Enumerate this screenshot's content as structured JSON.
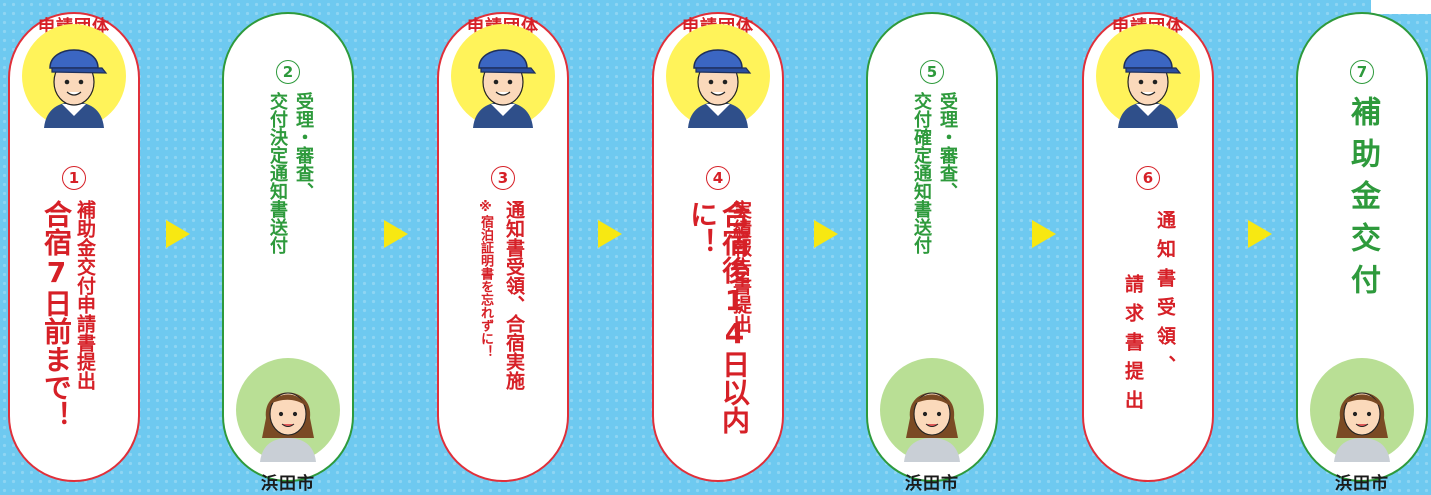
{
  "labels": {
    "applicant": "申請団体",
    "city": "浜田市"
  },
  "steps": [
    {
      "num": "1",
      "lines": [
        "補助金交付申請書提出",
        "合宿7日前まで！"
      ]
    },
    {
      "num": "2",
      "lines": [
        "受理・審査、",
        "交付決定通知書送付"
      ]
    },
    {
      "num": "3",
      "lines": [
        "通知書受領、合宿実施",
        "※宿泊証明書を忘れずに！"
      ]
    },
    {
      "num": "4",
      "lines": [
        "実績報告書提出",
        "合宿後14日以内に！"
      ]
    },
    {
      "num": "5",
      "lines": [
        "受理・審査、",
        "交付確定通知書送付"
      ]
    },
    {
      "num": "6",
      "lines": [
        "通知書受領、",
        "請求書提出"
      ]
    },
    {
      "num": "7",
      "lines": [
        "補助金交付"
      ]
    }
  ],
  "colors": {
    "applicant_border": "#e0303a",
    "city_border": "#2e9a3c",
    "arrow": "#f7e812",
    "background": "#6ec9f0"
  }
}
